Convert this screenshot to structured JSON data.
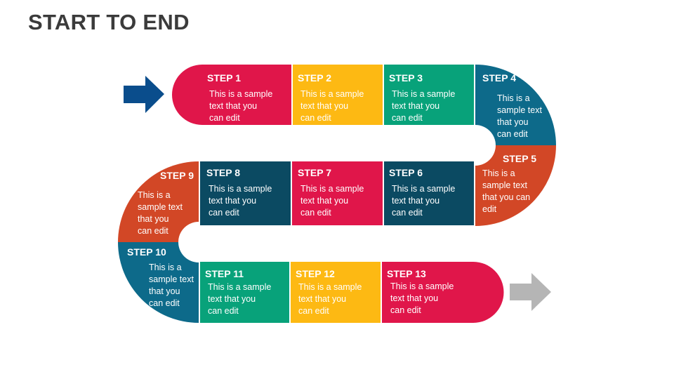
{
  "title": "START TO END",
  "colors": {
    "red": "#E0164A",
    "yellow": "#FDB913",
    "green": "#08A27A",
    "teal": "#0D6A8A",
    "orange": "#D24726",
    "navy": "#0B4A62",
    "start_arrow": "#0A4D8C",
    "end_arrow": "#B5B5B5"
  },
  "steps": [
    {
      "title": "STEP 1",
      "lines": [
        "This is a sample",
        "text that you",
        "can edit"
      ]
    },
    {
      "title": "STEP  2",
      "lines": [
        "This is a sample",
        "text that you",
        "can edit"
      ]
    },
    {
      "title": "STEP 3",
      "lines": [
        "This is a sample",
        "text that you",
        "can edit"
      ]
    },
    {
      "title": "STEP 4",
      "lines": [
        "This is a",
        "sample text",
        "that you",
        "can edit"
      ]
    },
    {
      "title": "STEP  5",
      "lines": [
        "This is a",
        "sample text",
        "that you can",
        "edit"
      ]
    },
    {
      "title": "STEP 6",
      "lines": [
        "This is a sample",
        "text that you",
        "can edit"
      ]
    },
    {
      "title": "STEP 7",
      "lines": [
        "This is a sample",
        "text that you",
        "can edit"
      ]
    },
    {
      "title": "STEP 8",
      "lines": [
        "This is a sample",
        "text that you",
        "can edit"
      ]
    },
    {
      "title": "STEP 9",
      "lines": [
        "This is a",
        "sample text",
        "that you",
        "can edit"
      ]
    },
    {
      "title": "STEP 10",
      "lines": [
        "This is a",
        "sample text",
        "that you",
        "can edit"
      ]
    },
    {
      "title": "STEP 11",
      "lines": [
        "This is a sample",
        "text that you",
        "can edit"
      ]
    },
    {
      "title": "STEP 12",
      "lines": [
        "This is a sample",
        "text that you",
        "can edit"
      ]
    },
    {
      "title": "STEP 13",
      "lines": [
        "This is a sample",
        "text that you",
        "can edit"
      ]
    }
  ]
}
